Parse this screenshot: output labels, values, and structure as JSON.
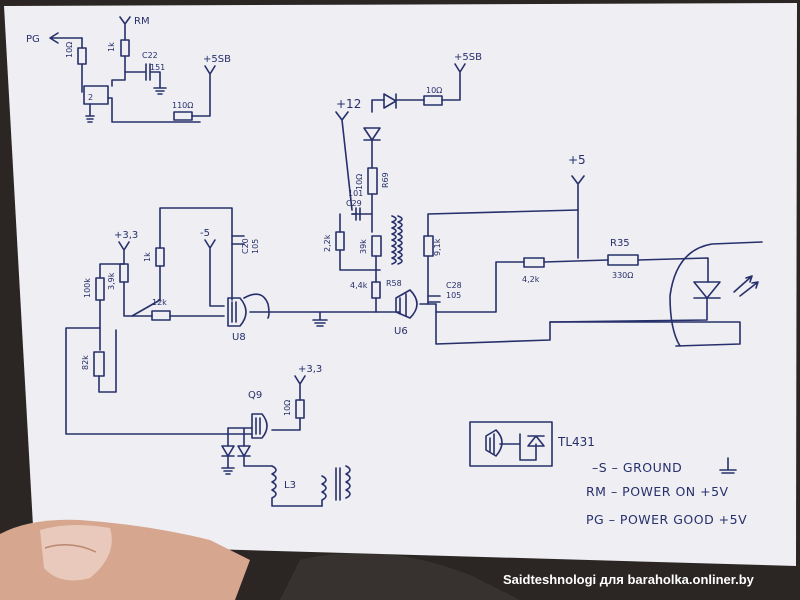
{
  "labels": {
    "pg": "PG",
    "rm": "RM",
    "p5sb_1": "+5SB",
    "p5sb_2": "+5SB",
    "p12": "+12",
    "p5": "+5",
    "p3v3_1": "+3,3",
    "p3v3_2": "+3,3",
    "minus5": "-5",
    "c22": "C22",
    "c22_val": "151",
    "r_10ohm_1": "10Ω",
    "r_10ohm_2": "10Ω",
    "r_10ohm_3": "10Ω",
    "r_10ohm_4": "10Ω",
    "r_110ohm": "110Ω",
    "r_1k_1": "1k",
    "r_1k_2": "1k",
    "r_3k9": "3,9k",
    "r_100k": "100k",
    "r_82k": "82k",
    "r_12k": "12k",
    "c20": "C20",
    "c20_val": "105",
    "u8": "U8",
    "q9": "Q9",
    "l3": "L3",
    "c29": "C29",
    "c29_val": "101",
    "r_2k2": "2,2k",
    "r_39k": "39k",
    "r_4k4": "4,4k",
    "r58": "R58",
    "r69": "R69",
    "u6": "U6",
    "c28": "C28",
    "c28_val": "105",
    "r_9k1": "9,1k",
    "r_4k2": "4,2k",
    "r35": "R35",
    "r35_val": "330Ω",
    "tl431": "TL431",
    "legend_ground": "–S – GROUND",
    "legend_rm": "RM – POWER ON  +5V",
    "legend_pg": "PG – POWER GOOD  +5V",
    "watermark": "Saidteshnologi для baraholka.onliner.by"
  },
  "colors": {
    "ink": "#27306b",
    "paper": "#eeeef2",
    "background": "#2a2522",
    "hand": "#d9a991"
  }
}
